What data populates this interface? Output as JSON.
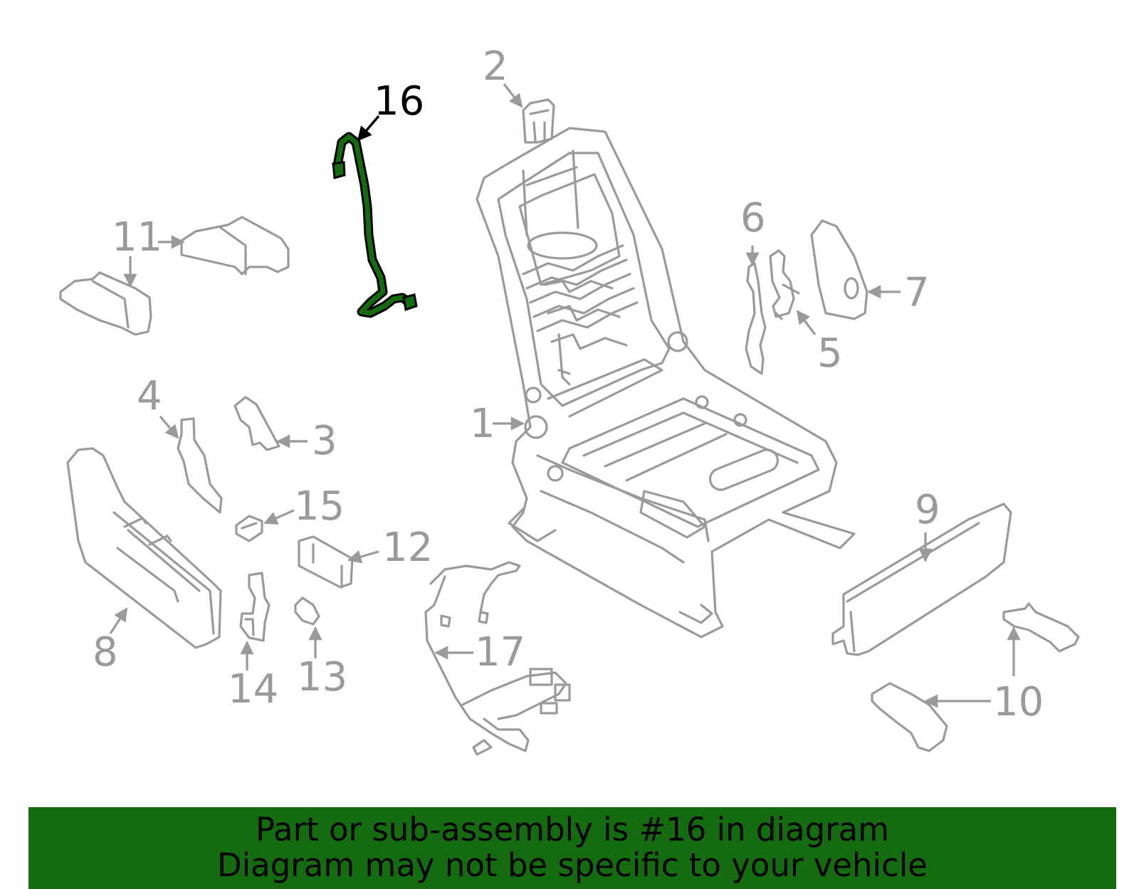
{
  "diagram": {
    "highlight_color": "#146b10",
    "part_color": "#9a9a9a",
    "highlighted_part": "16",
    "callouts": [
      "1",
      "2",
      "3",
      "4",
      "5",
      "6",
      "7",
      "8",
      "9",
      "10",
      "11",
      "12",
      "13",
      "14",
      "15",
      "16",
      "17"
    ]
  },
  "banner": {
    "line1": "Part or sub-assembly is #16 in diagram",
    "line2": "Diagram may not be specific to your vehicle",
    "background": "#146b10"
  }
}
